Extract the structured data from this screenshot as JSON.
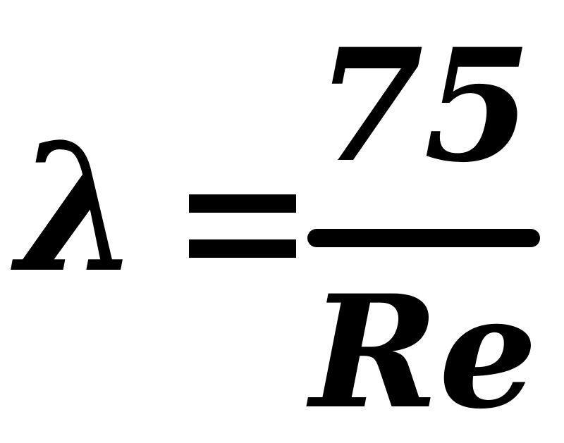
{
  "equation": {
    "lhs": "λ",
    "numerator": "75",
    "denominator": "Re"
  }
}
